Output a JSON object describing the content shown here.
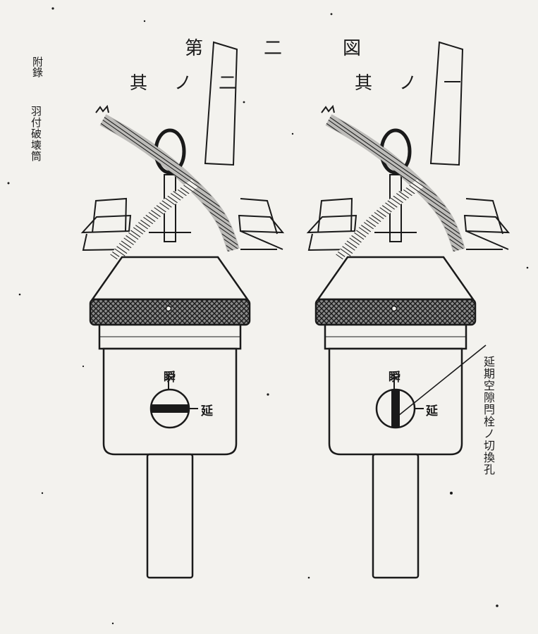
{
  "figure": {
    "title": "第二図",
    "appendix_label": "附錄",
    "caption": "羽付破壊筒",
    "panels": [
      {
        "subtitle": "其ノ一",
        "dial_top_label": "瞬",
        "dial_side_label": "延",
        "switch_state": "vertical"
      },
      {
        "subtitle": "其ノ二",
        "dial_top_label": "瞬",
        "dial_side_label": "延",
        "switch_state": "horizontal"
      }
    ],
    "callout": "延期空隙閂栓ノ切換孔"
  },
  "colors": {
    "paper": "#f3f2ee",
    "ink": "#1a1a1a"
  }
}
